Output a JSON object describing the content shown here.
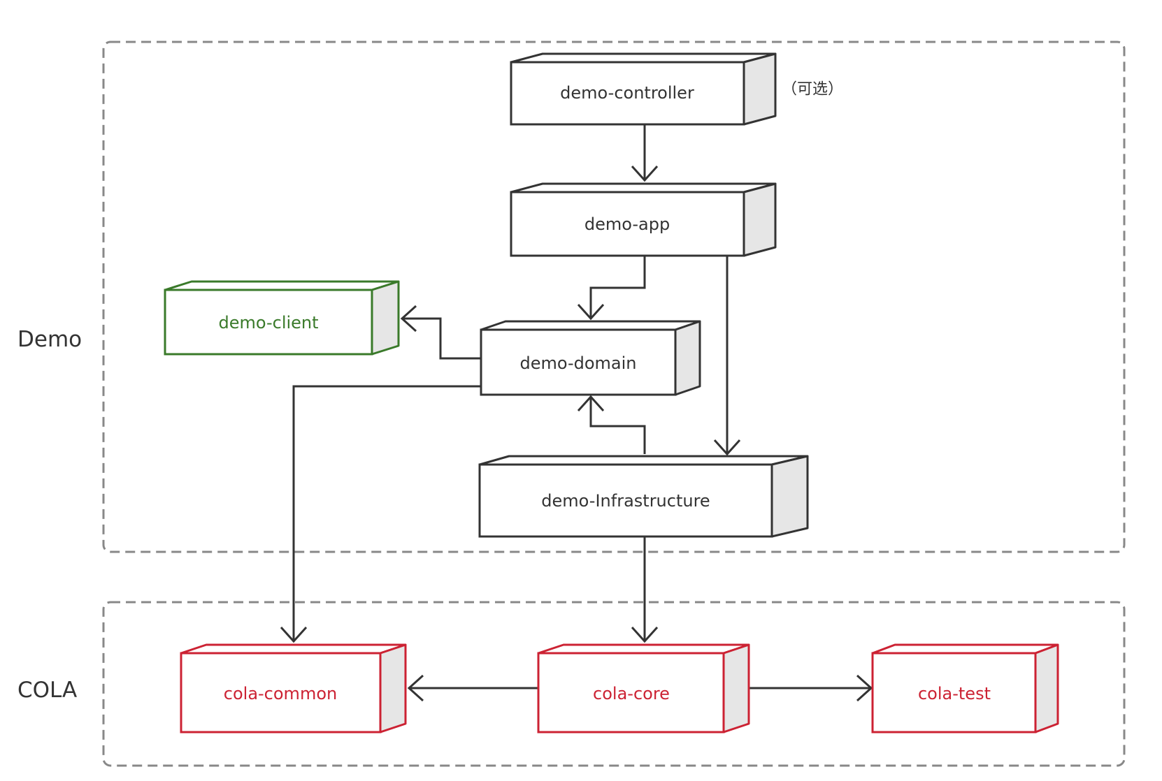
{
  "colors": {
    "default_stroke": "#333333",
    "client_stroke": "#3a7a2a",
    "cola_stroke": "#cc2233",
    "side_fill": "#e6e6e6",
    "group_border": "#888888"
  },
  "groups": {
    "demo": {
      "label": "Demo"
    },
    "cola": {
      "label": "COLA"
    }
  },
  "nodes": {
    "controller": {
      "label": "demo-controller",
      "note": "（可选）"
    },
    "app": {
      "label": "demo-app"
    },
    "client": {
      "label": "demo-client"
    },
    "domain": {
      "label": "demo-domain"
    },
    "infrastructure": {
      "label": "demo-Infrastructure"
    },
    "common": {
      "label": "cola-common"
    },
    "core": {
      "label": "cola-core"
    },
    "test": {
      "label": "cola-test"
    }
  },
  "edges": [
    {
      "from": "controller",
      "to": "app"
    },
    {
      "from": "app",
      "to": "domain"
    },
    {
      "from": "app",
      "to": "infrastructure"
    },
    {
      "from": "domain",
      "to": "client"
    },
    {
      "from": "domain",
      "to": "common"
    },
    {
      "from": "infrastructure",
      "to": "domain"
    },
    {
      "from": "infrastructure",
      "to": "core"
    },
    {
      "from": "core",
      "to": "common"
    },
    {
      "from": "core",
      "to": "test"
    }
  ]
}
